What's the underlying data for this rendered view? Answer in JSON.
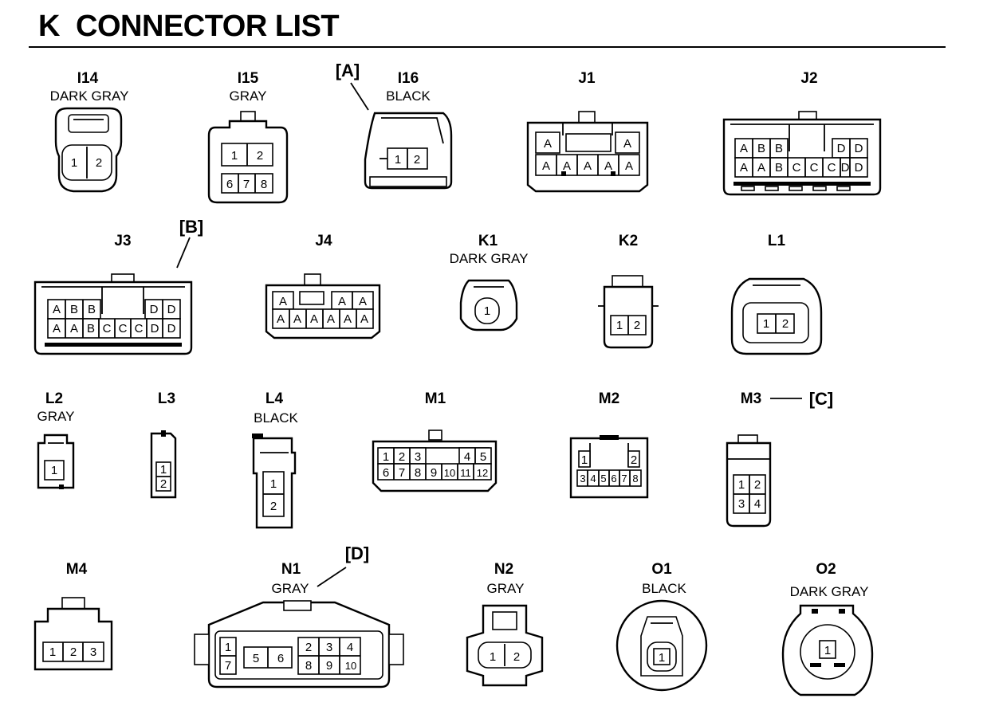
{
  "title": "K  CONNECTOR LIST",
  "callouts": {
    "a": "[A]",
    "b": "[B]",
    "c": "[C]",
    "d": "[D]"
  },
  "connectors": {
    "I14": {
      "id": "I14",
      "color": "DARK GRAY",
      "pins": [
        "1",
        "2"
      ]
    },
    "I15": {
      "id": "I15",
      "color": "GRAY",
      "pins": [
        "1",
        "2",
        "6",
        "7",
        "8"
      ]
    },
    "I16": {
      "id": "I16",
      "color": "BLACK",
      "pins": [
        "1",
        "2"
      ]
    },
    "J1": {
      "id": "J1",
      "top": [
        "A",
        "A"
      ],
      "bottom": [
        "A",
        "A",
        "A",
        "A",
        "A"
      ]
    },
    "J2": {
      "id": "J2",
      "top": [
        "A",
        "B",
        "B",
        "D",
        "D"
      ],
      "bottom": [
        "A",
        "A",
        "B",
        "C",
        "C",
        "C",
        "D",
        "D"
      ]
    },
    "J3": {
      "id": "J3",
      "top": [
        "A",
        "B",
        "B",
        "D",
        "D"
      ],
      "bottom": [
        "A",
        "A",
        "B",
        "C",
        "C",
        "C",
        "D",
        "D"
      ]
    },
    "J4": {
      "id": "J4",
      "top": [
        "A",
        "A",
        "A"
      ],
      "bottom": [
        "A",
        "A",
        "A",
        "A",
        "A",
        "A"
      ]
    },
    "K1": {
      "id": "K1",
      "color": "DARK GRAY",
      "pins": [
        "1"
      ]
    },
    "K2": {
      "id": "K2",
      "pins": [
        "1",
        "2"
      ]
    },
    "L1": {
      "id": "L1",
      "pins": [
        "1",
        "2"
      ]
    },
    "L2": {
      "id": "L2",
      "color": "GRAY",
      "pins": [
        "1"
      ]
    },
    "L3": {
      "id": "L3",
      "pins": [
        "1",
        "2"
      ]
    },
    "L4": {
      "id": "L4",
      "color": "BLACK",
      "pins": [
        "1",
        "2"
      ]
    },
    "M1": {
      "id": "M1",
      "top": [
        "1",
        "2",
        "3",
        "4",
        "5"
      ],
      "bottom": [
        "6",
        "7",
        "8",
        "9",
        "10",
        "11",
        "12"
      ]
    },
    "M2": {
      "id": "M2",
      "top": [
        "1",
        "2"
      ],
      "bottom": [
        "3",
        "4",
        "5",
        "6",
        "7",
        "8"
      ]
    },
    "M3": {
      "id": "M3",
      "pins": [
        "1",
        "2",
        "3",
        "4"
      ]
    },
    "M4": {
      "id": "M4",
      "pins": [
        "1",
        "2",
        "3"
      ]
    },
    "N1": {
      "id": "N1",
      "color": "GRAY",
      "pins": [
        "1",
        "7",
        "5",
        "6",
        "2",
        "3",
        "4",
        "8",
        "9",
        "10"
      ]
    },
    "N2": {
      "id": "N2",
      "color": "GRAY",
      "pins": [
        "1",
        "2"
      ]
    },
    "O1": {
      "id": "O1",
      "color": "BLACK",
      "pins": [
        "1"
      ]
    },
    "O2": {
      "id": "O2",
      "color": "DARK GRAY",
      "pins": [
        "1"
      ]
    }
  }
}
